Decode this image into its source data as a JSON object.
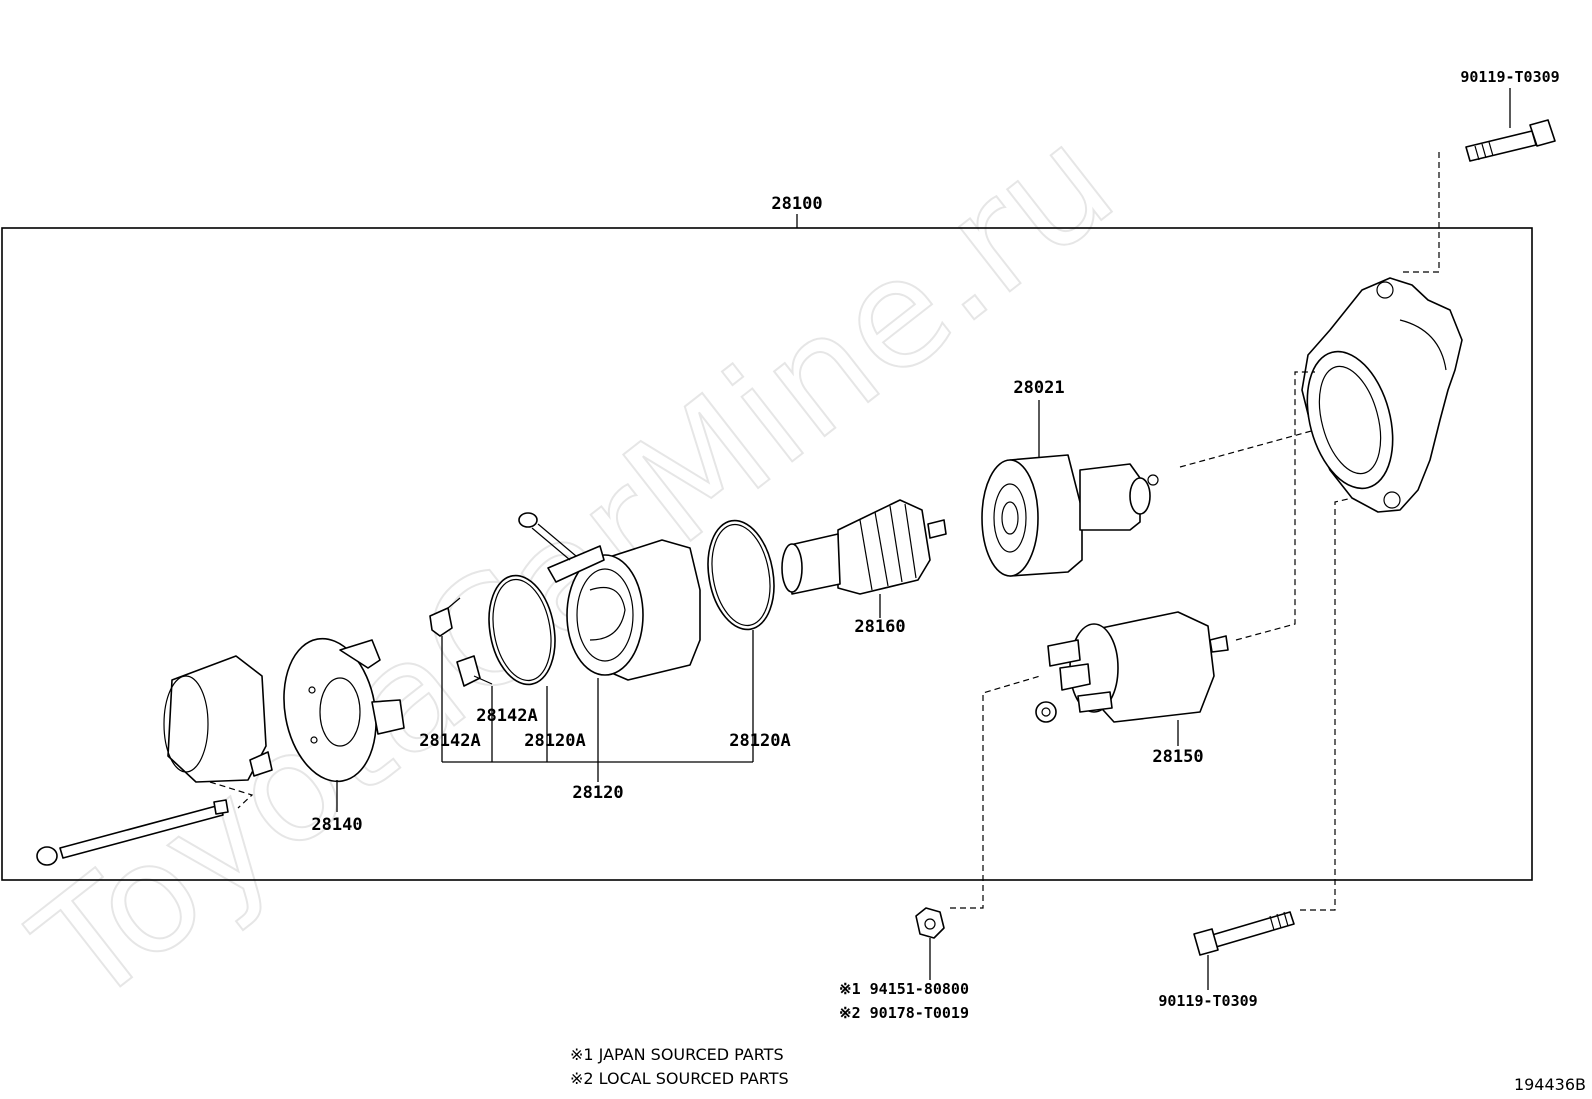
{
  "watermark": "ToyotaCarMine.ru",
  "labels": {
    "assembly": "28100",
    "bolt_top": "90119-T0309",
    "armature": "28021",
    "yoke": "28160",
    "brush_holder": "28140",
    "brush_a": "28142A",
    "brush_b": "28142A",
    "oring_left": "28120A",
    "oring_right": "28120A",
    "field_frame": "28120",
    "solenoid": "28150",
    "nut_code_1": "※1 94151-80800",
    "nut_code_2": "※2 90178-T0019",
    "bolt_bottom": "90119-T0309"
  },
  "legend": {
    "line1": "※1 JAPAN SOURCED PARTS",
    "line2": "※2 LOCAL SOURCED PARTS"
  },
  "diagram_id": "194436B"
}
